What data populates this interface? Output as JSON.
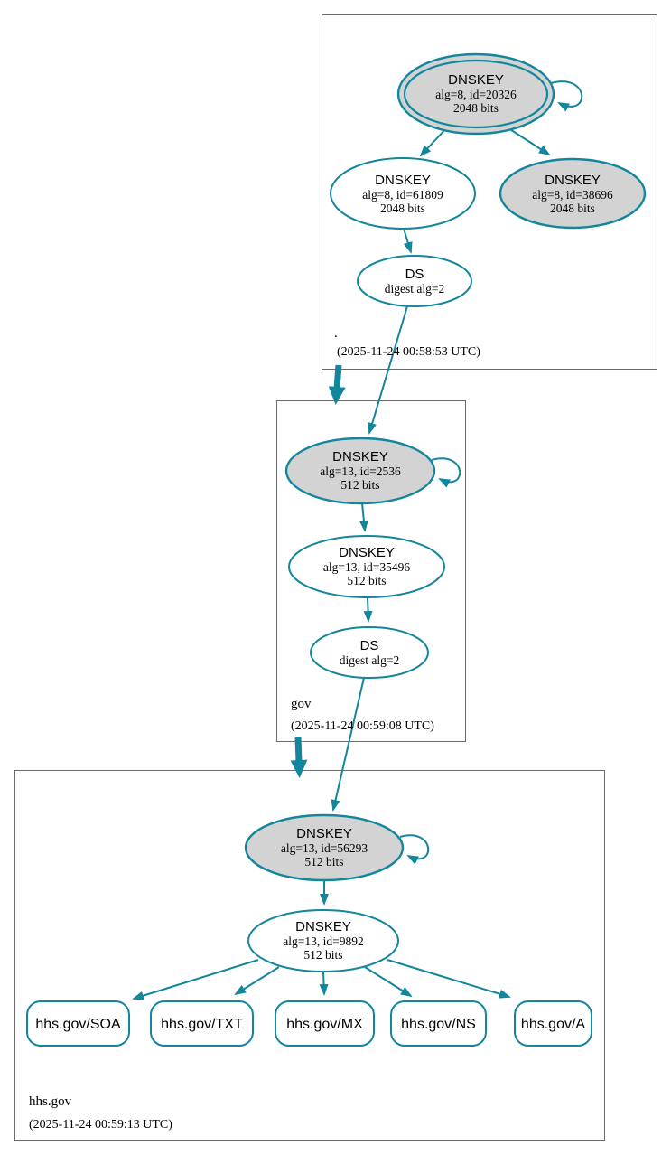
{
  "diagram": {
    "type": "dnssec-authentication-chain",
    "colors": {
      "secure_edge": "#12869c",
      "ksk_node_fill": "#d3d3d3",
      "node_fill": "#ffffff",
      "zone_box_border": "#6b6b6b",
      "text": "#000000"
    },
    "zones": {
      "root": {
        "name": ".",
        "timestamp": "(2025-11-24 00:58:53 UTC)",
        "ksk": {
          "title": "DNSKEY",
          "detail": "alg=8, id=20326",
          "bits": "2048 bits"
        },
        "zsk": {
          "title": "DNSKEY",
          "detail": "alg=8, id=61809",
          "bits": "2048 bits"
        },
        "key2": {
          "title": "DNSKEY",
          "detail": "alg=8, id=38696",
          "bits": "2048 bits"
        },
        "ds": {
          "title": "DS",
          "detail": "digest alg=2"
        }
      },
      "gov": {
        "name": "gov",
        "timestamp": "(2025-11-24 00:59:08 UTC)",
        "ksk": {
          "title": "DNSKEY",
          "detail": "alg=13, id=2536",
          "bits": "512 bits"
        },
        "zsk": {
          "title": "DNSKEY",
          "detail": "alg=13, id=35496",
          "bits": "512 bits"
        },
        "ds": {
          "title": "DS",
          "detail": "digest alg=2"
        }
      },
      "hhs_gov": {
        "name": "hhs.gov",
        "timestamp": "(2025-11-24 00:59:13 UTC)",
        "ksk": {
          "title": "DNSKEY",
          "detail": "alg=13, id=56293",
          "bits": "512 bits"
        },
        "zsk": {
          "title": "DNSKEY",
          "detail": "alg=13, id=9892",
          "bits": "512 bits"
        },
        "rrsets": [
          "hhs.gov/SOA",
          "hhs.gov/TXT",
          "hhs.gov/MX",
          "hhs.gov/NS",
          "hhs.gov/A"
        ]
      }
    }
  }
}
